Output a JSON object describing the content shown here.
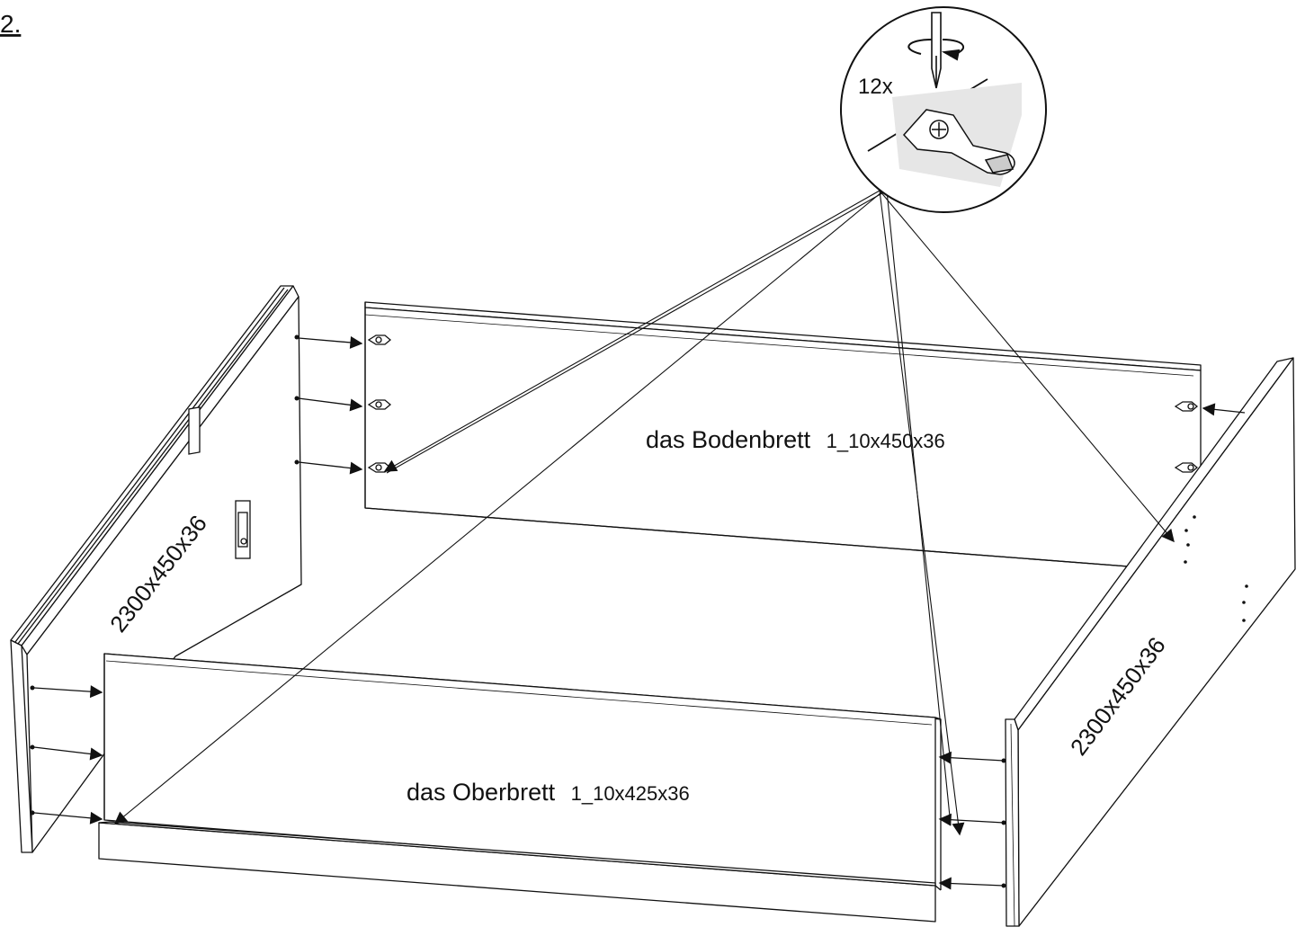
{
  "step": {
    "number": "2."
  },
  "detail": {
    "quantity": "12x",
    "icons": [
      "screwdriver-icon",
      "rotate-arrow-icon",
      "cam-fitting-icon"
    ]
  },
  "panels": {
    "bottom_board": {
      "name": "das Bodenbrett",
      "dims": "1_10x450x36"
    },
    "top_board": {
      "name": "das Oberbrett",
      "dims": "1_10x425x36"
    },
    "left_side": {
      "dims": "2300x450x36"
    },
    "right_side": {
      "dims": "2300x450x36"
    }
  },
  "colors": {
    "line": "#111111",
    "fill": "#ffffff"
  }
}
